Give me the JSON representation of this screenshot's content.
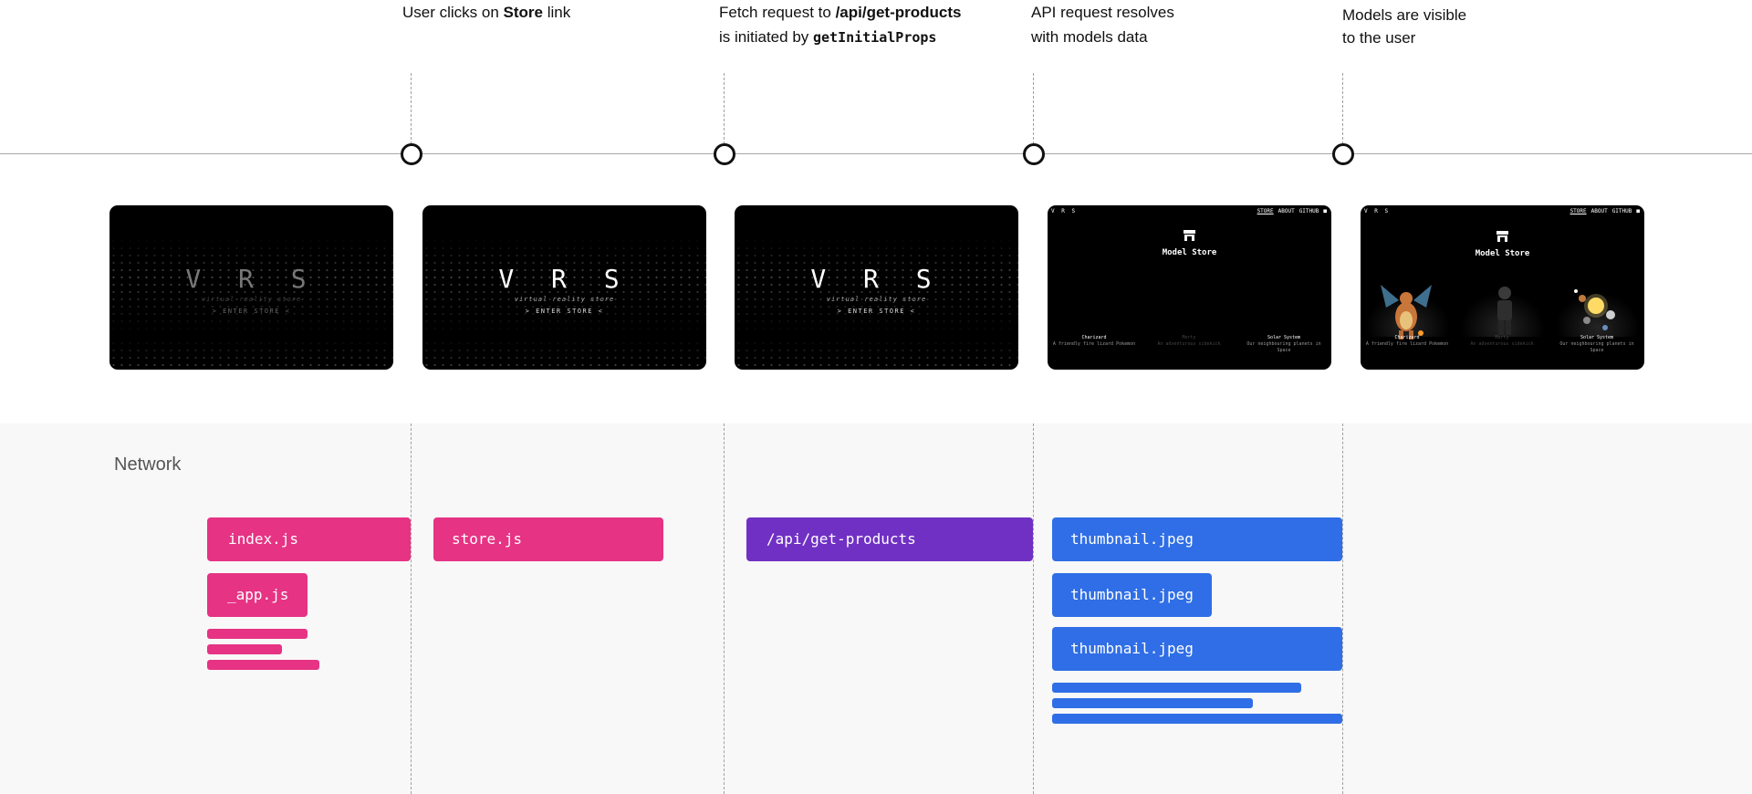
{
  "steps": [
    {
      "line1_pre": "User clicks on ",
      "line1_bold": "Store",
      "line1_post": " link"
    },
    {
      "line1_pre": "Fetch request to ",
      "line1_bold": "/api/get-products",
      "line2_pre": "is initiated by ",
      "line2_code": "getInitialProps"
    },
    {
      "line1": "API request resolves",
      "line2": "with models data"
    },
    {
      "line1": "Models are visible",
      "line2": "to the user"
    }
  ],
  "screenshots": {
    "splash": {
      "logo": "V R S",
      "subtitle": "virtual reality store",
      "enter": "> ENTER STORE <"
    },
    "store": {
      "nav_logo": "V R S",
      "nav_links": [
        "STORE",
        "ABOUT",
        "GITHUB"
      ],
      "title": "Model Store",
      "models": [
        {
          "name": "Charizard",
          "desc": "A friendly fire lizard Pokemon"
        },
        {
          "name": "Morty",
          "desc": "An adventurous sidekick"
        },
        {
          "name": "Solar System",
          "desc": "Our neighbouring planets in Space"
        }
      ]
    }
  },
  "network": {
    "title": "Network",
    "requests": {
      "index": "index.js",
      "app": "_app.js",
      "store": "store.js",
      "api": "/api/get-products",
      "thumb1": "thumbnail.jpeg",
      "thumb2": "thumbnail.jpeg",
      "thumb3": "thumbnail.jpeg"
    }
  },
  "colors": {
    "js_request": "#e63384",
    "api_request": "#7030c4",
    "image_request": "#2f6ee6",
    "timeline": "#a8a8a8",
    "network_background": "#f8f8f8"
  }
}
